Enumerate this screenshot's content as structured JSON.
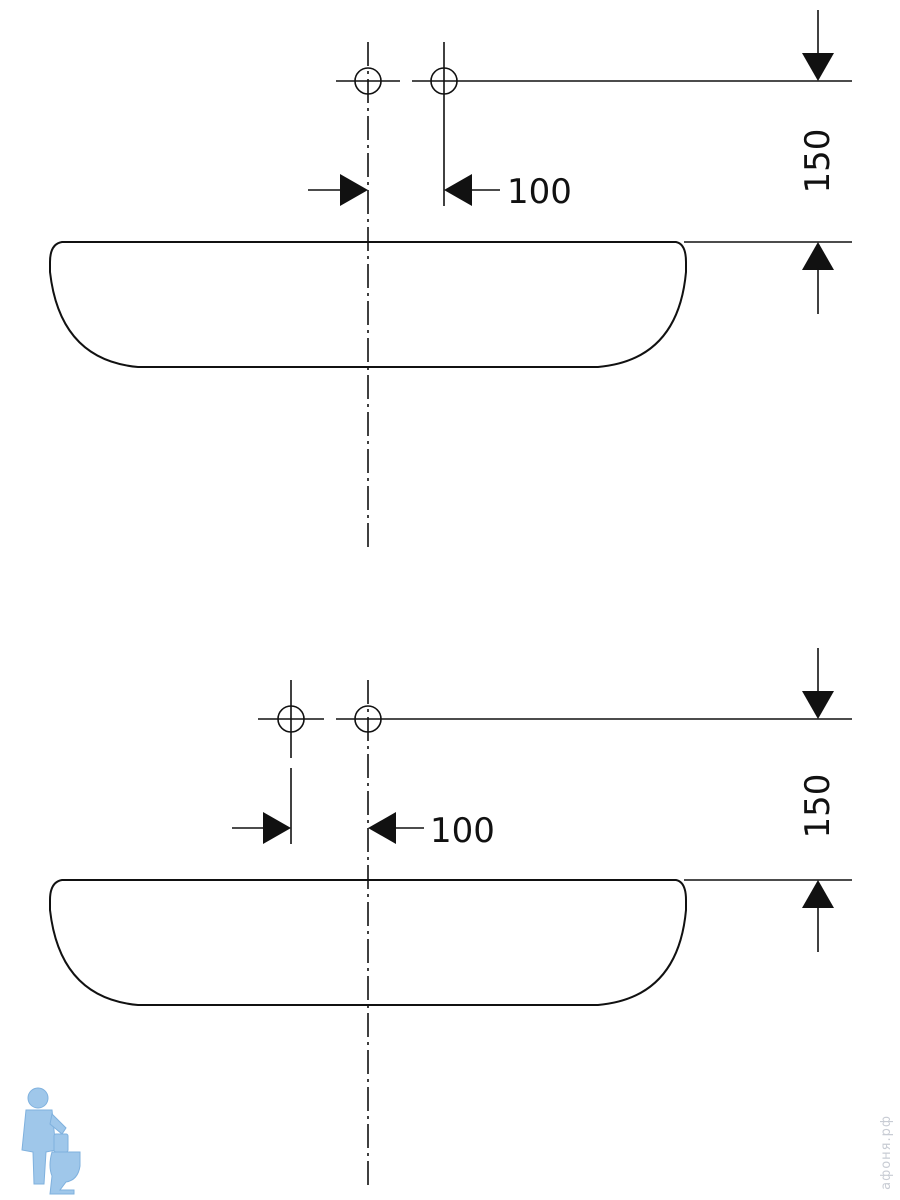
{
  "diagram": {
    "top_view": {
      "horizontal_spacing_label": "100",
      "vertical_offset_label": "150"
    },
    "bottom_view": {
      "horizontal_spacing_label": "100",
      "vertical_offset_label": "150"
    }
  },
  "watermark": {
    "text": "афоня.рф",
    "color": "#c8ccd4"
  },
  "logo": {
    "name": "plumber-mascot-logo",
    "color": "#9fc7ea"
  },
  "colors": {
    "line": "#111111",
    "background": "#ffffff"
  }
}
